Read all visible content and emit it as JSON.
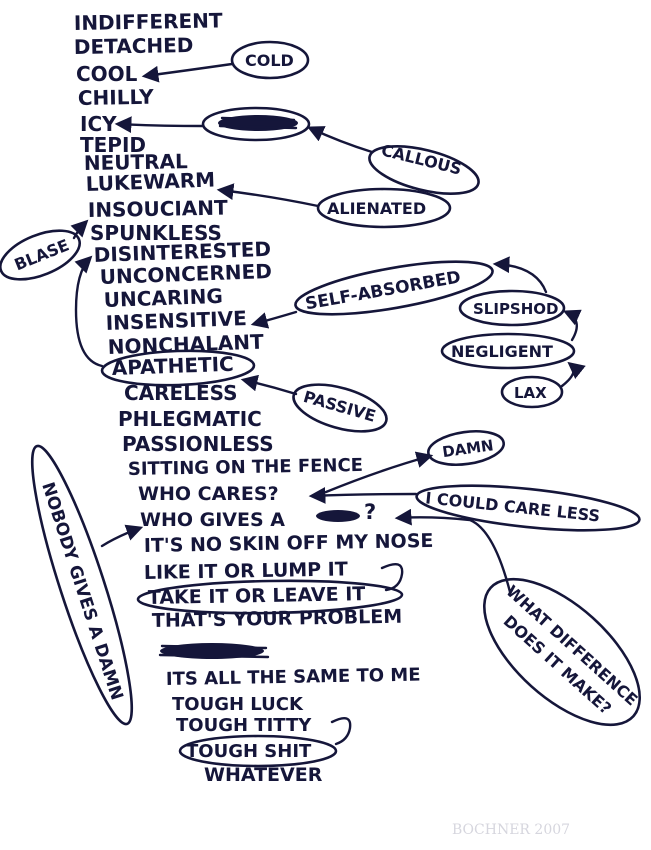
{
  "list_words": [
    "INDIFFERENT",
    "DETACHED",
    "COOL",
    "CHILLY",
    "ICY",
    "TEPID",
    "NEUTRAL",
    "LUKEWARM",
    "INSOUCIANT",
    "SPUNKLESS",
    "DISINTERESTED",
    "UNCONCERNED",
    "UNCARING",
    "INSENSITIVE",
    "NONCHALANT",
    "APATHETIC",
    "CARELESS",
    "PHLEGMATIC",
    "PASSIONLESS",
    "SITTING ON THE FENCE",
    "WHO CARES?",
    "WHO GIVES A",
    "?",
    "IT'S NO SKIN OFF MY NOSE",
    "LIKE IT OR LUMP IT",
    "TAKE IT OR LEAVE IT",
    "THAT'S YOUR PROBLEM",
    "ITS ALL THE SAME TO ME",
    "TOUGH LUCK",
    "TOUGH TITTY",
    "TOUGH SHIT",
    "WHATEVER"
  ],
  "bubbles": {
    "cold": "COLD",
    "callous": "CALLOUS",
    "alienated": "ALIENATED",
    "blase": "BLASE",
    "self_absorbed": "SELF-ABSORBED",
    "slipshod": "SLIPSHOD",
    "negligent": "NEGLIGENT",
    "lax": "LAX",
    "passive": "PASSIVE",
    "damn": "DAMN",
    "could_care_less": "I COULD CARE LESS",
    "nobody_gives_a_damn": "NOBODY GIVES A DAMN",
    "what_difference_1": "WHAT DIFFERENCE",
    "what_difference_2": "DOES IT MAKE?"
  },
  "signature": "BOCHNER 2007",
  "ink_color": "#15163a"
}
